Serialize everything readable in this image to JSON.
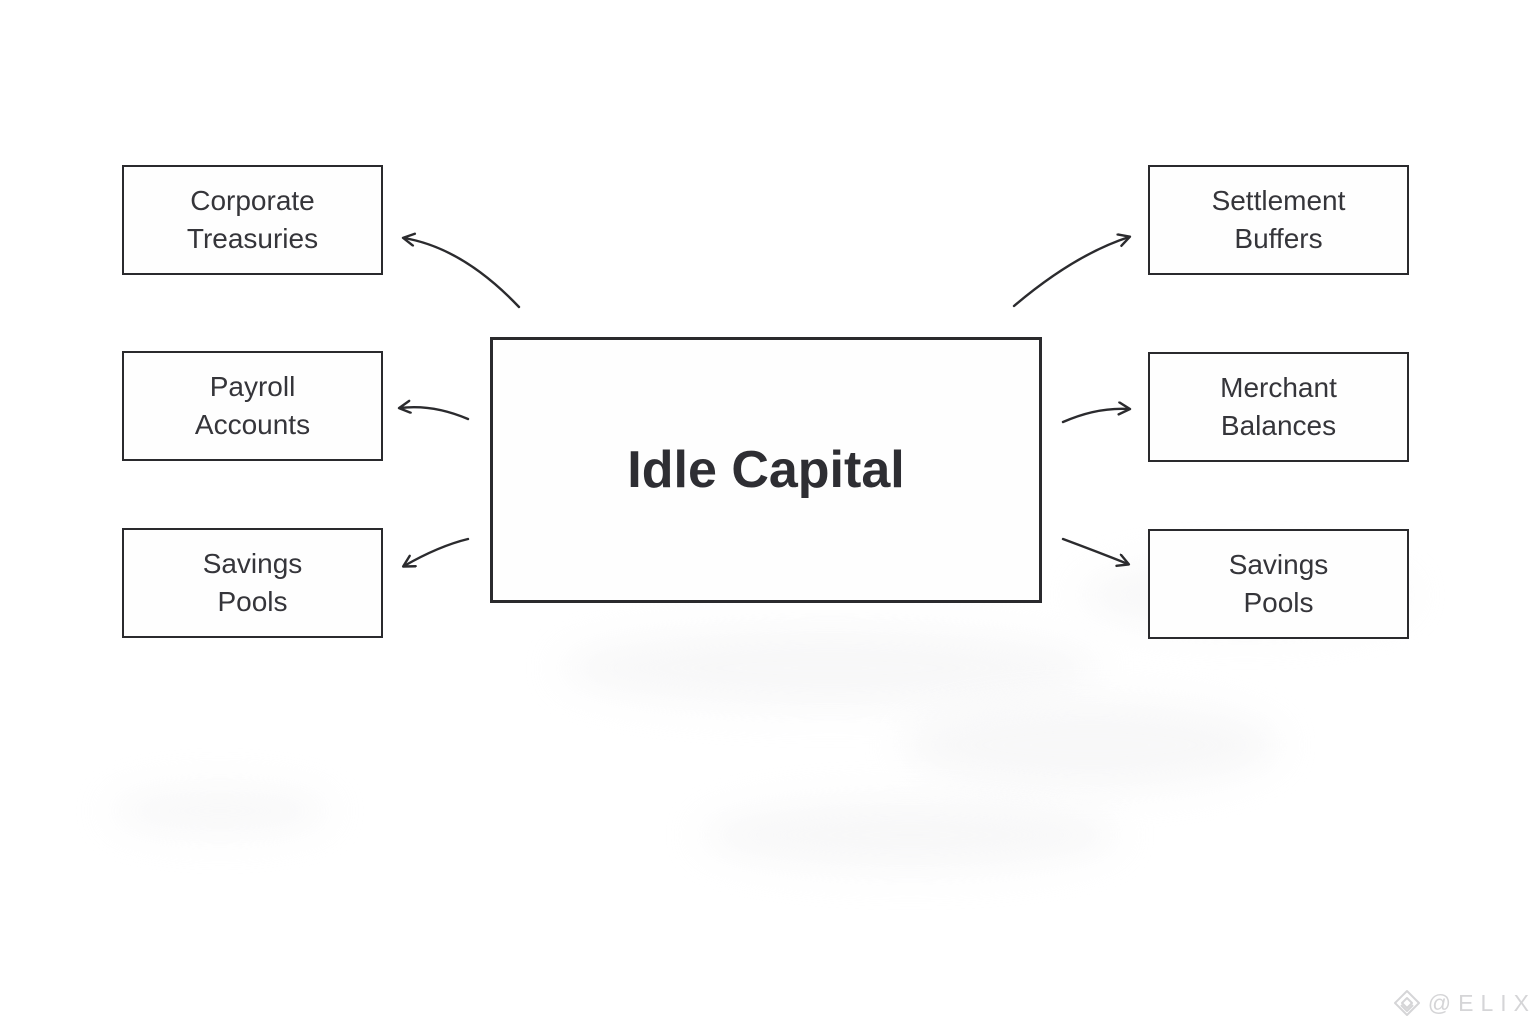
{
  "diagram": {
    "center_node": {
      "label": "Idle Capital"
    },
    "left_nodes": [
      {
        "line1": "Corporate",
        "line2": "Treasuries"
      },
      {
        "line1": "Payroll",
        "line2": "Accounts"
      },
      {
        "line1": "Savings",
        "line2": "Pools"
      }
    ],
    "right_nodes": [
      {
        "line1": "Settlement",
        "line2": "Buffers"
      },
      {
        "line1": "Merchant",
        "line2": "Balances"
      },
      {
        "line1": "Savings",
        "line2": "Pools"
      }
    ],
    "connections": [
      {
        "from": "Idle Capital",
        "to": "Corporate Treasuries",
        "side": "left"
      },
      {
        "from": "Idle Capital",
        "to": "Payroll Accounts",
        "side": "left"
      },
      {
        "from": "Idle Capital",
        "to": "Savings Pools",
        "side": "left"
      },
      {
        "from": "Idle Capital",
        "to": "Settlement Buffers",
        "side": "right"
      },
      {
        "from": "Idle Capital",
        "to": "Merchant Balances",
        "side": "right"
      },
      {
        "from": "Idle Capital",
        "to": "Savings Pools",
        "side": "right"
      }
    ],
    "colors": {
      "border": "#2a2a2d",
      "text": "#35353a",
      "arrow": "#2b2b2e",
      "background": "#ffffff"
    }
  },
  "watermark": {
    "text": "@ELIX",
    "icon": "diamond-gem-icon",
    "color": "#d5d5d7"
  }
}
